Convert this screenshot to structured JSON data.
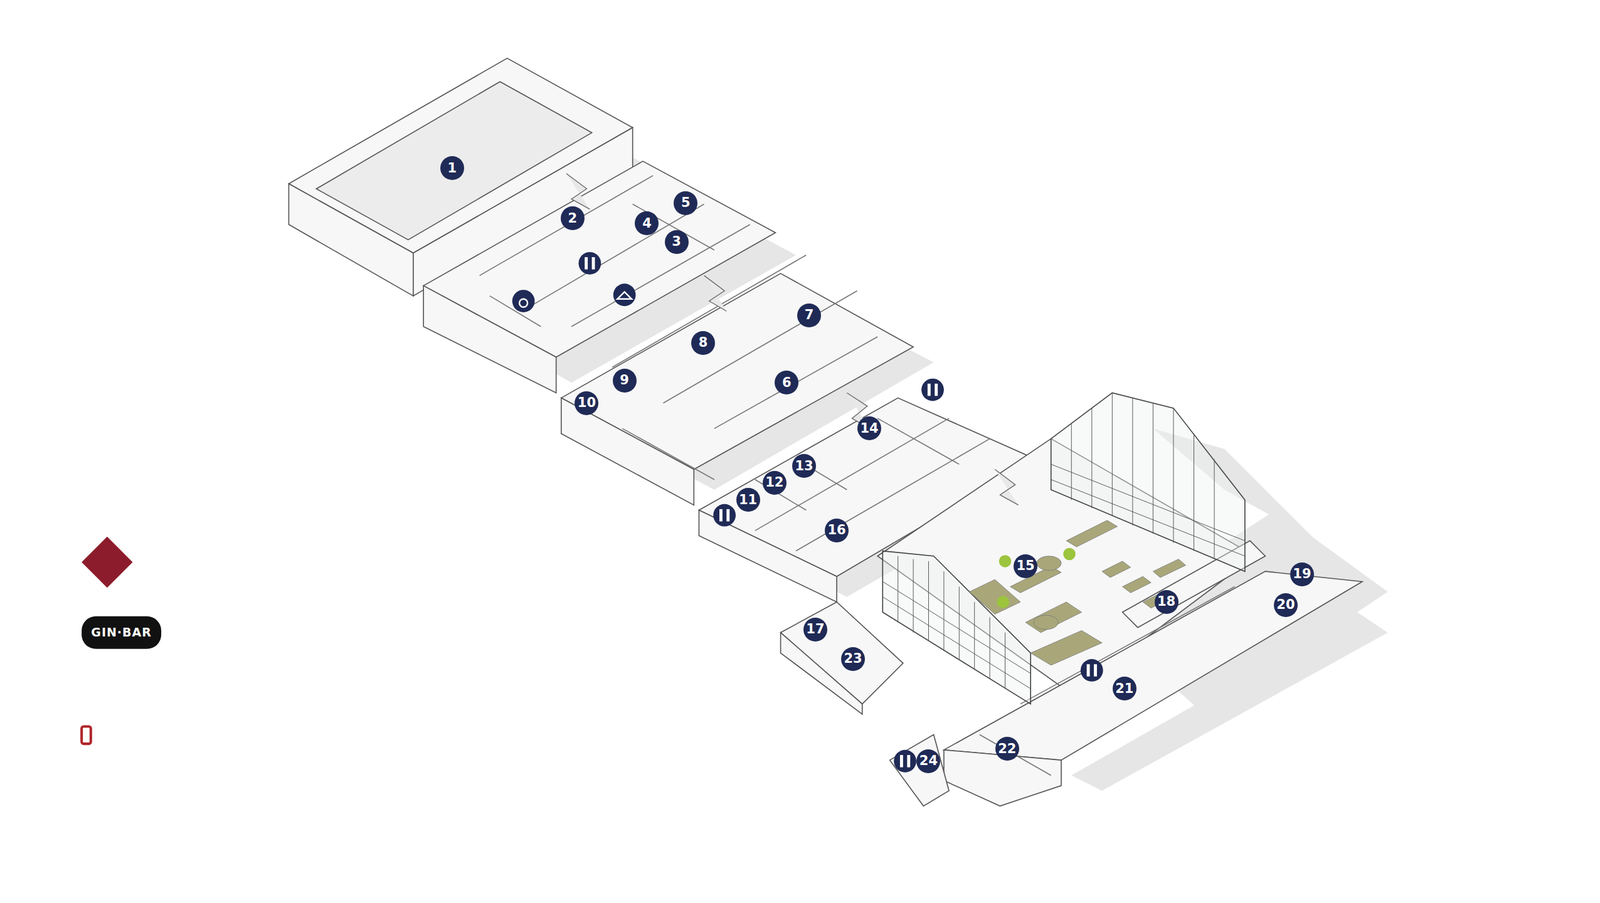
{
  "diagram": {
    "labels": [
      "1",
      "2",
      "3",
      "4",
      "5",
      "6",
      "7",
      "8",
      "9",
      "10",
      "11",
      "12",
      "13",
      "14",
      "15",
      "16",
      "17",
      "18",
      "19",
      "20",
      "21",
      "22",
      "23",
      "24",
      "GIN·BAR"
    ]
  }
}
